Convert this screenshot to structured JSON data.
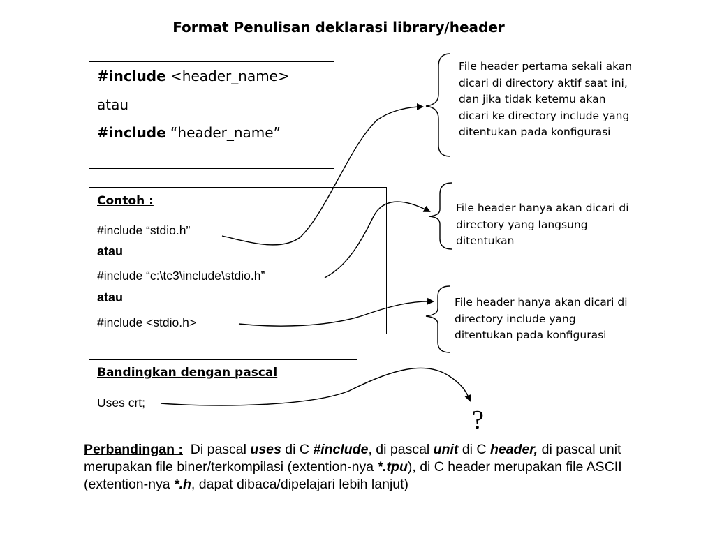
{
  "title": "Format Penulisan deklarasi library/header",
  "box1": {
    "line1_kw": "#include",
    "line1_rest": " <header_name>",
    "line2": "atau",
    "line3_kw": "#include",
    "line3_rest": " “header_name”"
  },
  "box2": {
    "heading": "Contoh :",
    "ex1": "#include “stdio.h”",
    "or1": "atau",
    "ex2": "#include “c:\\tc3\\include\\stdio.h”",
    "or2": "atau",
    "ex3": "#include <stdio.h>"
  },
  "box3": {
    "heading": "Bandingkan dengan pascal",
    "code": "Uses crt;"
  },
  "notes": {
    "n1": [
      "File header pertama sekali akan",
      "dicari di directory aktif saat ini,",
      "dan jika tidak ketemu akan",
      "dicari ke directory include yang",
      "ditentukan pada konfigurasi"
    ],
    "n2": [
      "File header hanya akan dicari di",
      "directory yang langsung",
      "ditentukan"
    ],
    "n3": [
      "File header hanya akan dicari di",
      "directory include yang",
      "ditentukan pada konfigurasi"
    ]
  },
  "question_mark": "?",
  "paragraph": {
    "label": "Perbandingan :",
    "t1": "  Di pascal ",
    "uses": "uses",
    "t2": " di C ",
    "include": "#include",
    "t3": ", di pascal ",
    "unit": "unit",
    "t4": " di C ",
    "header": "header,",
    "t5": " di pascal unit merupakan file biner/terkompilasi (extention-nya ",
    "tpu": "*.tpu",
    "t6": "), di C header merupakan file ASCII (extention-nya ",
    "h": "*.h",
    "t7": ", dapat dibaca/dipelajari lebih lanjut)"
  }
}
